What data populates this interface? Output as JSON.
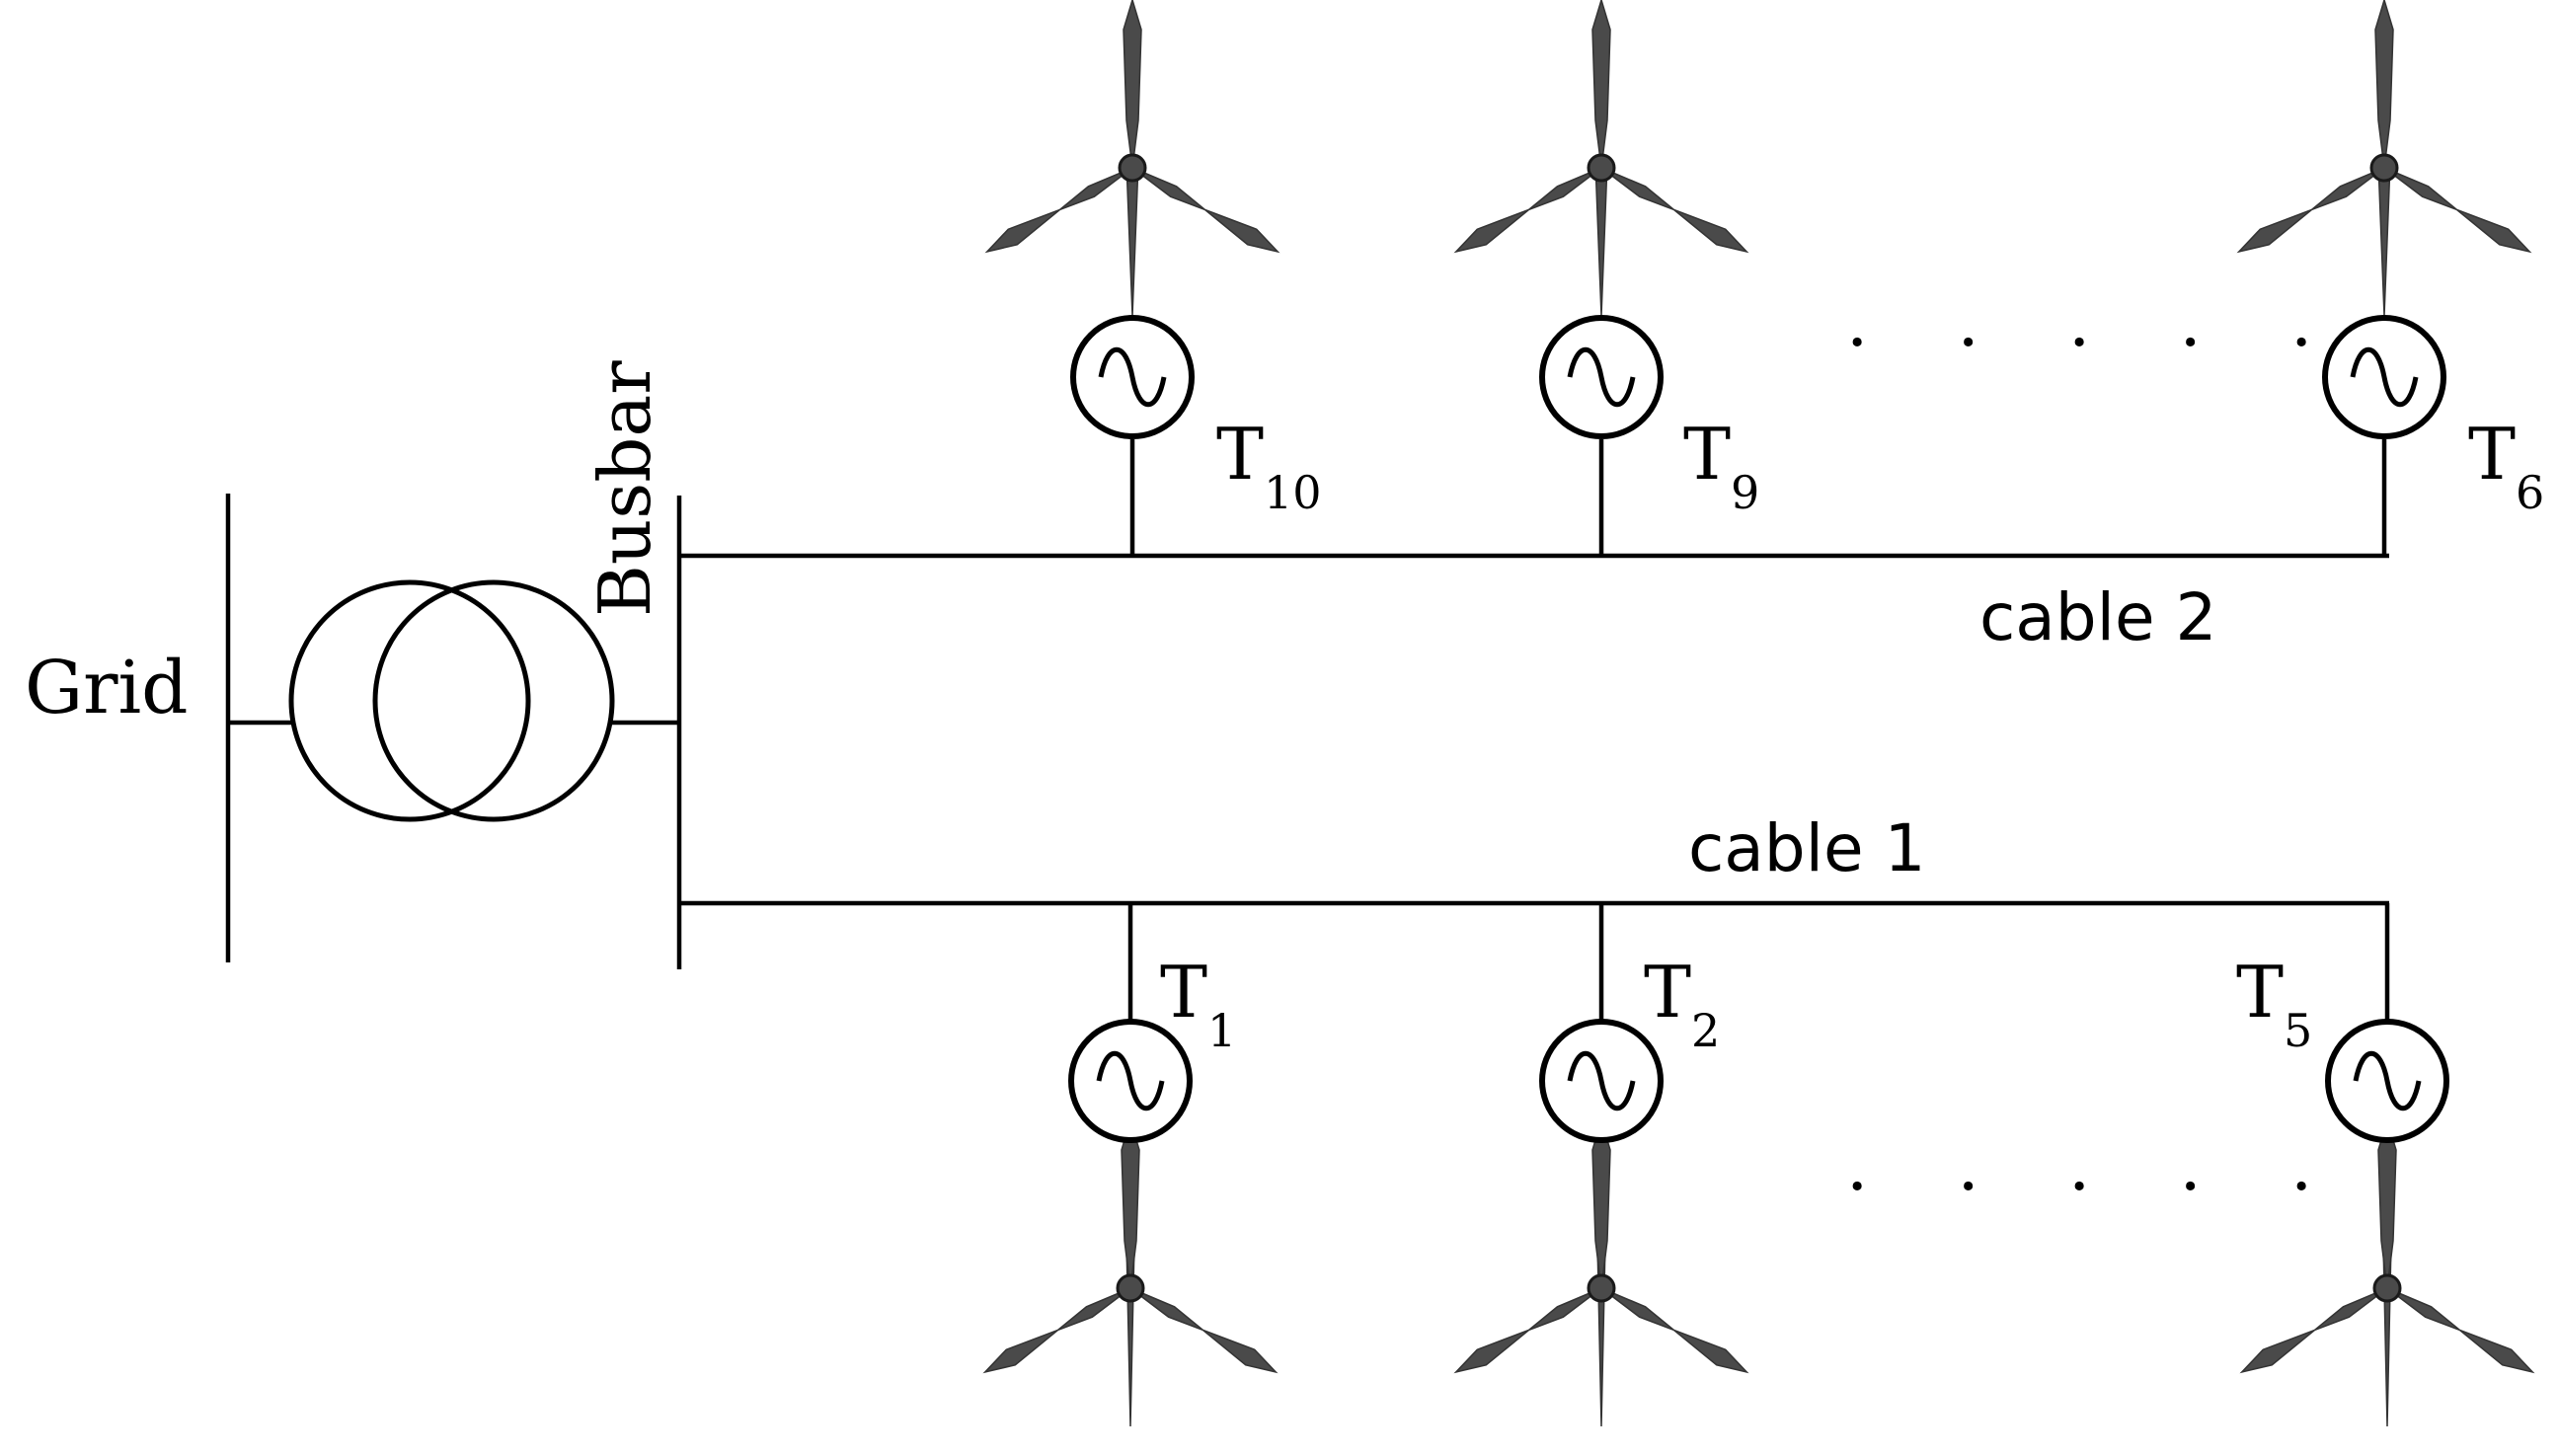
{
  "labels": {
    "grid": "Grid",
    "busbar": "Busbar",
    "cable_1": "cable 1",
    "cable_2": "cable 2",
    "ellipsis_top": ". . . . .",
    "ellipsis_bottom": ". . . . ."
  },
  "turbines_top": [
    {
      "id": "T10",
      "letter": "T",
      "sub": "10"
    },
    {
      "id": "T9",
      "letter": "T",
      "sub": "9"
    },
    {
      "id": "T6",
      "letter": "T",
      "sub": "6"
    }
  ],
  "turbines_bottom": [
    {
      "id": "T1",
      "letter": "T",
      "sub": "1"
    },
    {
      "id": "T2",
      "letter": "T",
      "sub": "2"
    },
    {
      "id": "T5",
      "letter": "T",
      "sub": "5"
    }
  ],
  "colors": {
    "line": "#000000",
    "blade": "#4a4a4a",
    "background": "#ffffff"
  },
  "icons": {
    "generator": "ac-generator-icon",
    "turbine_rotor": "wind-turbine-rotor-icon",
    "transformer": "two-winding-transformer-icon"
  }
}
